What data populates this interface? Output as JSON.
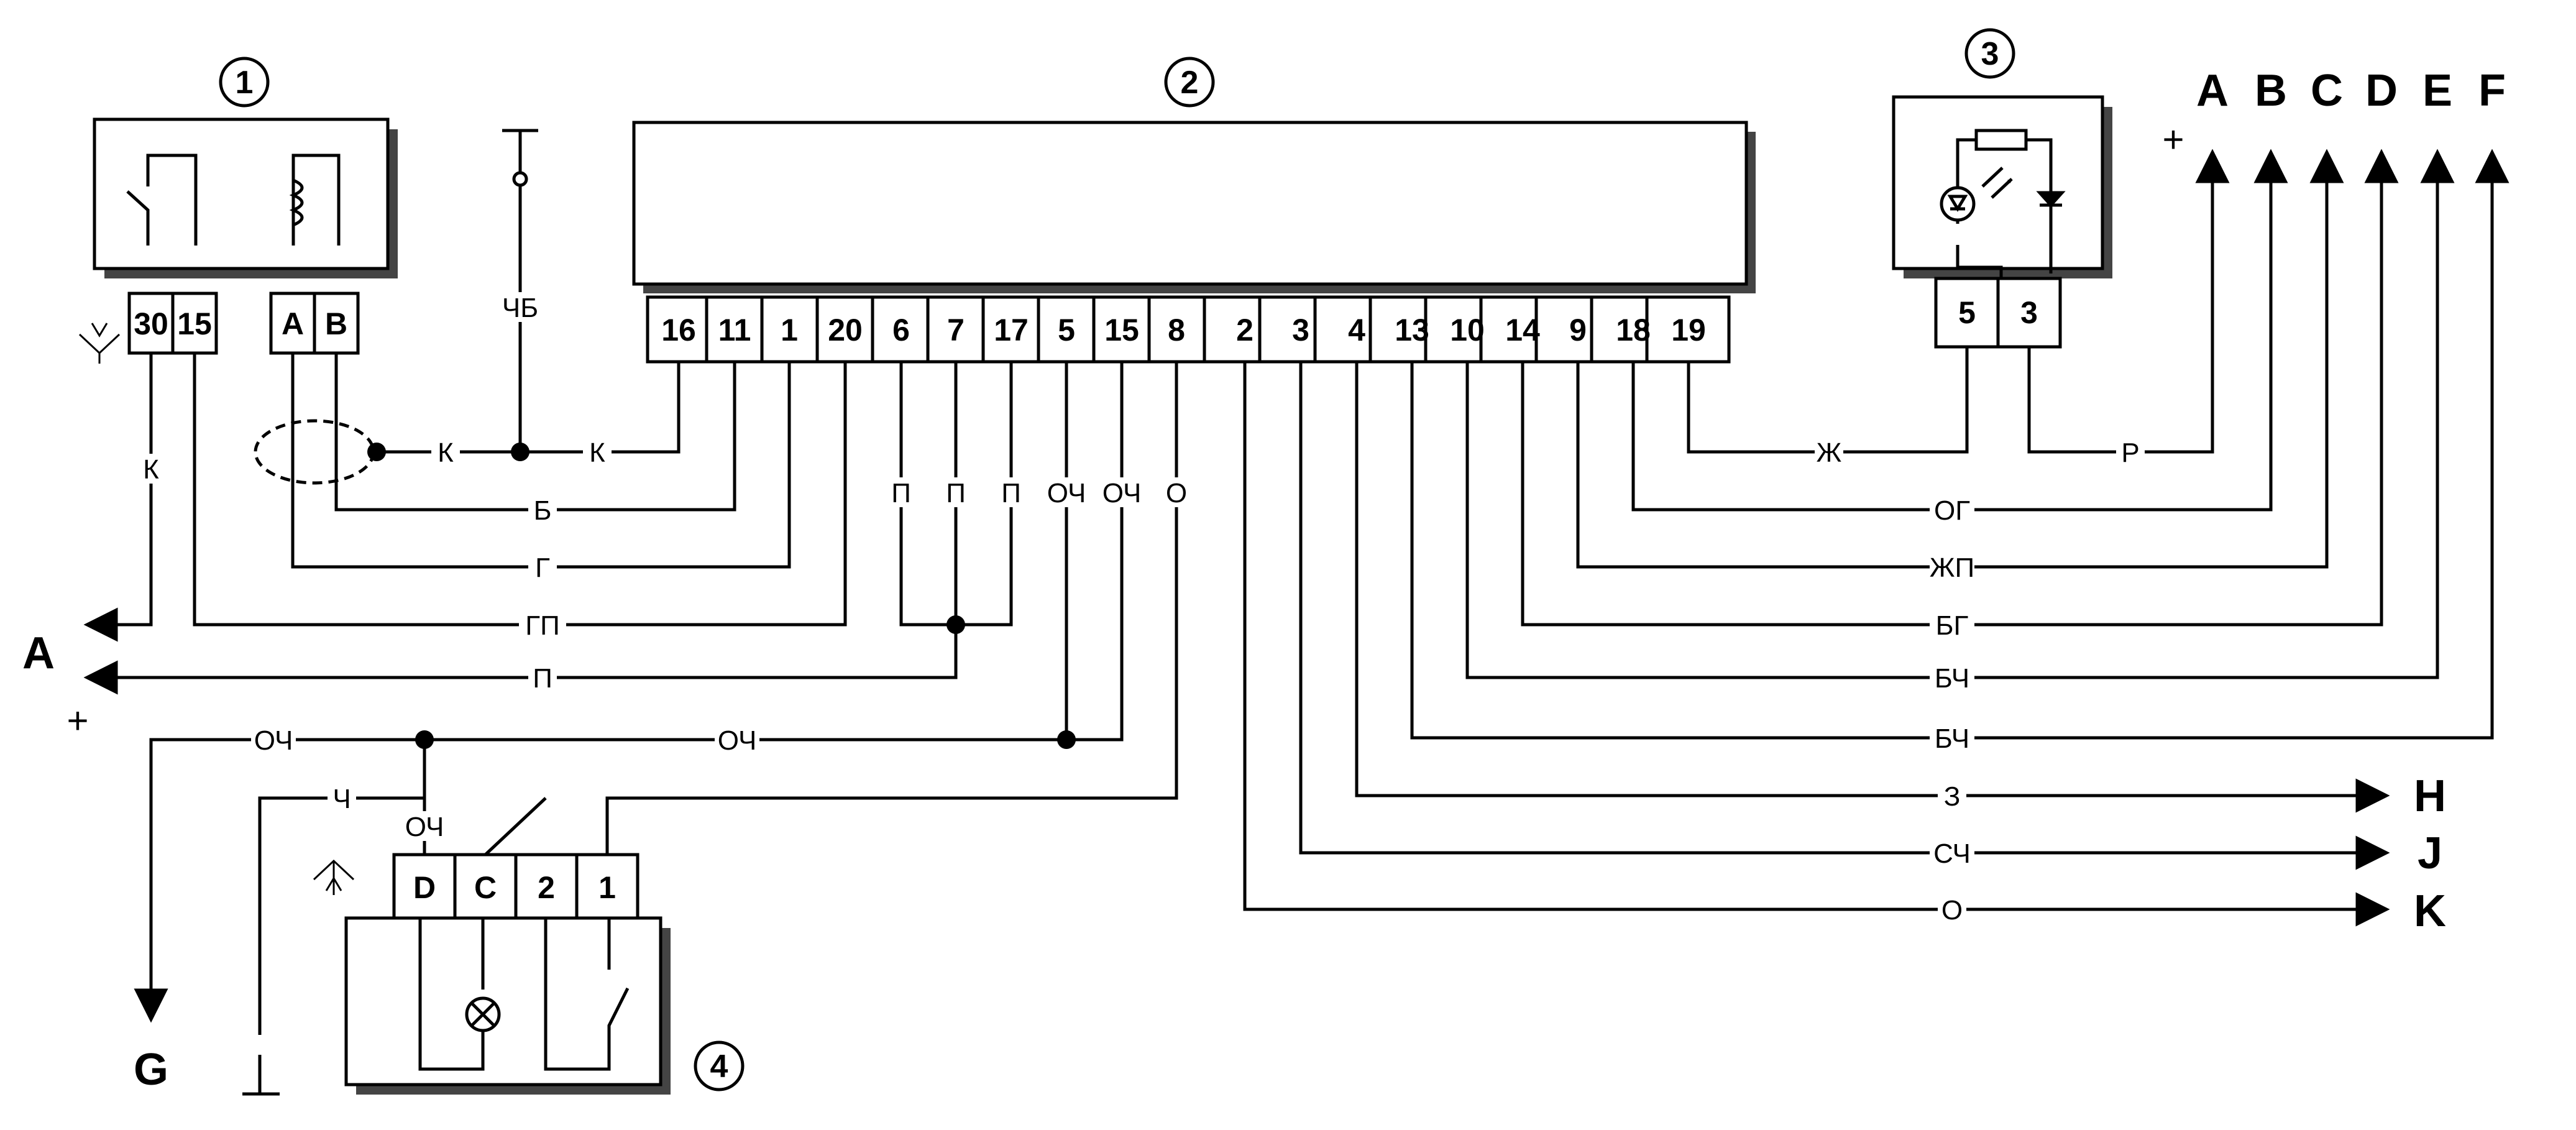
{
  "components": {
    "relay": {
      "number": "1",
      "pins": [
        "30",
        "15",
        "A",
        "B"
      ]
    },
    "ecu": {
      "number": "2",
      "pins": [
        "16",
        "11",
        "1",
        "20",
        "6",
        "7",
        "17",
        "5",
        "15",
        "8",
        "2",
        "3",
        "4",
        "13",
        "10",
        "14",
        "9",
        "18",
        "19"
      ]
    },
    "indicator": {
      "number": "3",
      "pins": [
        "5",
        "3"
      ]
    },
    "switch": {
      "number": "4",
      "pins": [
        "D",
        "C",
        "2",
        "1"
      ]
    }
  },
  "wire_colors": {
    "w1": "К",
    "w2": "К",
    "w3": "ЧБ",
    "w4": "К",
    "w5": "Б",
    "w6": "Г",
    "w7": "ГП",
    "w8": "П",
    "w9": "П",
    "w10": "П",
    "w11": "П",
    "w12": "ОЧ",
    "w13": "ОЧ",
    "w14": "О",
    "w15": "ОЧ",
    "w16": "ОЧ",
    "w17": "Ч",
    "w18": "ОЧ",
    "w19": "Ж",
    "w20": "Р",
    "w21": "ОГ",
    "w22": "ЖП",
    "w23": "БГ",
    "w24": "БЧ",
    "w25": "БЧ",
    "w26": "З",
    "w27": "СЧ",
    "w28": "О"
  },
  "terminals": {
    "top": [
      "A",
      "B",
      "C",
      "D",
      "E",
      "F"
    ],
    "left_a": "A",
    "left_plus": "+",
    "top_plus": "+",
    "g": "G",
    "h": "H",
    "j": "J",
    "k": "K"
  }
}
